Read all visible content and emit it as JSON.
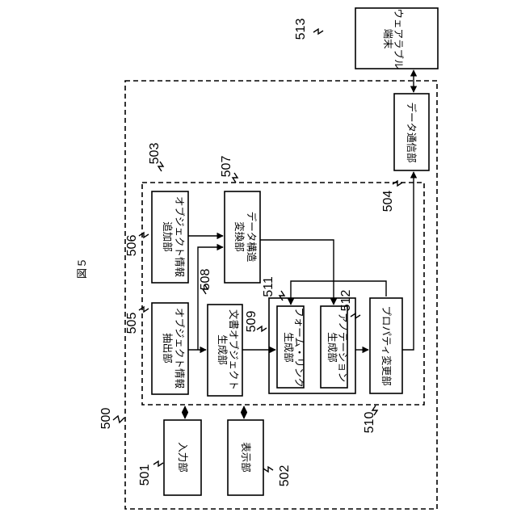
{
  "figure": {
    "title": "図５"
  },
  "labels": {
    "n500": "500",
    "n501": "501",
    "n502": "502",
    "n503": "503",
    "n504": "504",
    "n505": "505",
    "n506": "506",
    "n507": "507",
    "n508": "508",
    "n509": "509",
    "n510": "510",
    "n511": "511",
    "n512": "512",
    "n513": "513"
  },
  "blocks": {
    "wearable_line1": "ウェアラブル",
    "wearable_line2": "端末",
    "data_comm": "データ通信部",
    "object_info_add_line1": "オブジェクト情報",
    "object_info_add_line2": "追加部",
    "data_structure_line1": "データ構造",
    "data_structure_line2": "変換部",
    "object_info_extract_line1": "オブジェクト情報",
    "object_info_extract_line2": "抽出部",
    "doc_object_line1": "文書オブジェクト",
    "doc_object_line2": "生成部",
    "form_link_line1": "フォーム・リンク",
    "form_link_line2": "生成部",
    "annotation_line1": "アノテーション",
    "annotation_line2": "生成部",
    "property_change": "プロパティ変更部",
    "input": "入力部",
    "display": "表示部"
  }
}
